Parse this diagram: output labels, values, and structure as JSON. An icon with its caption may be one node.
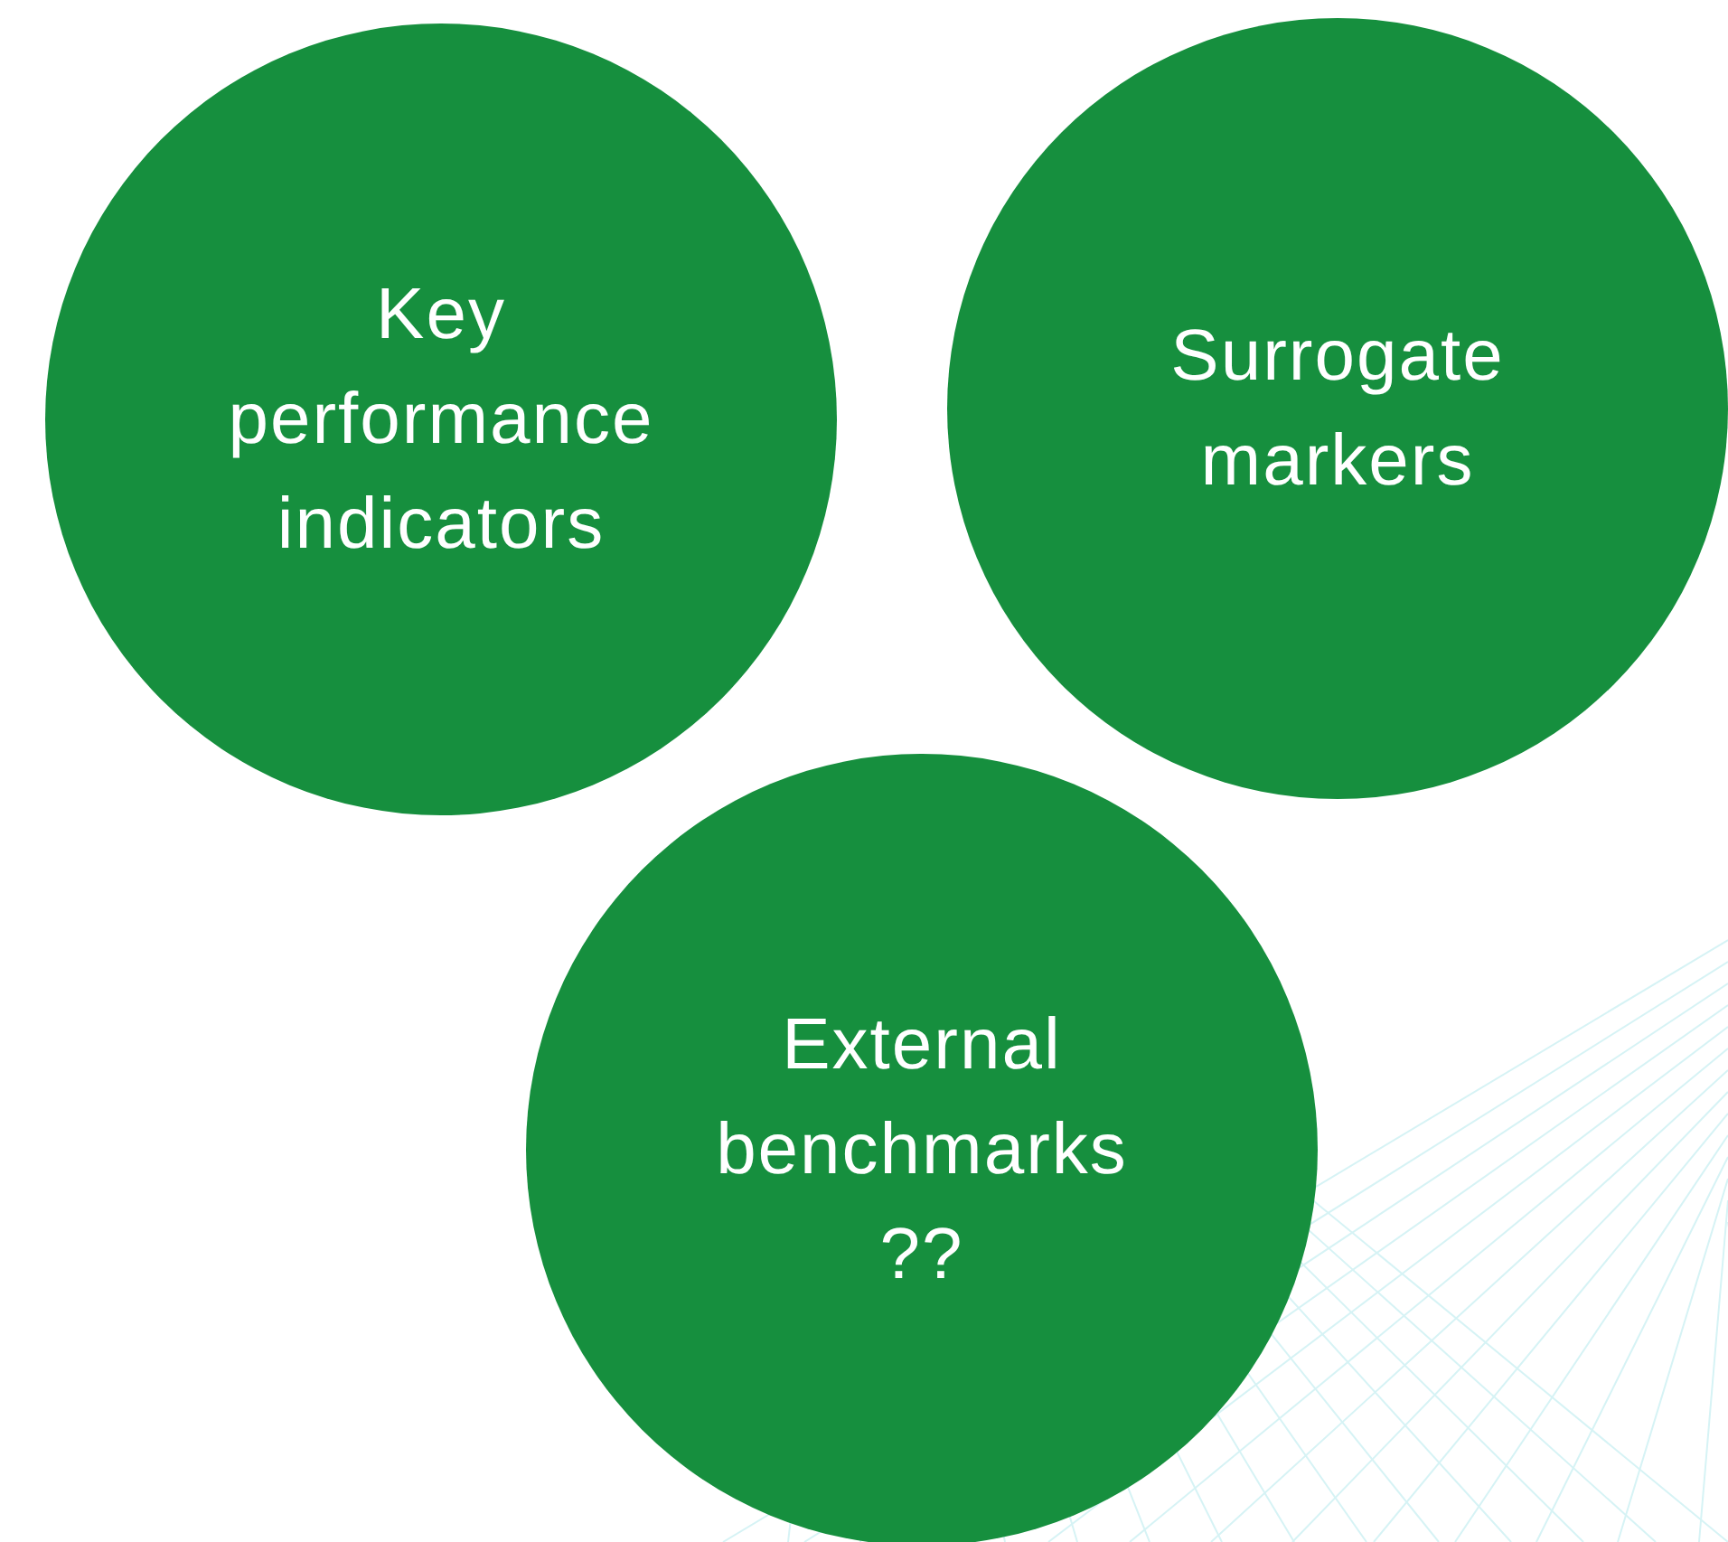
{
  "diagram": {
    "nodes": [
      {
        "text": [
          "Key performance indicators"
        ]
      },
      {
        "text": [
          "Surrogate markers"
        ]
      },
      {
        "text": [
          "External benchmarks ??"
        ]
      }
    ]
  }
}
